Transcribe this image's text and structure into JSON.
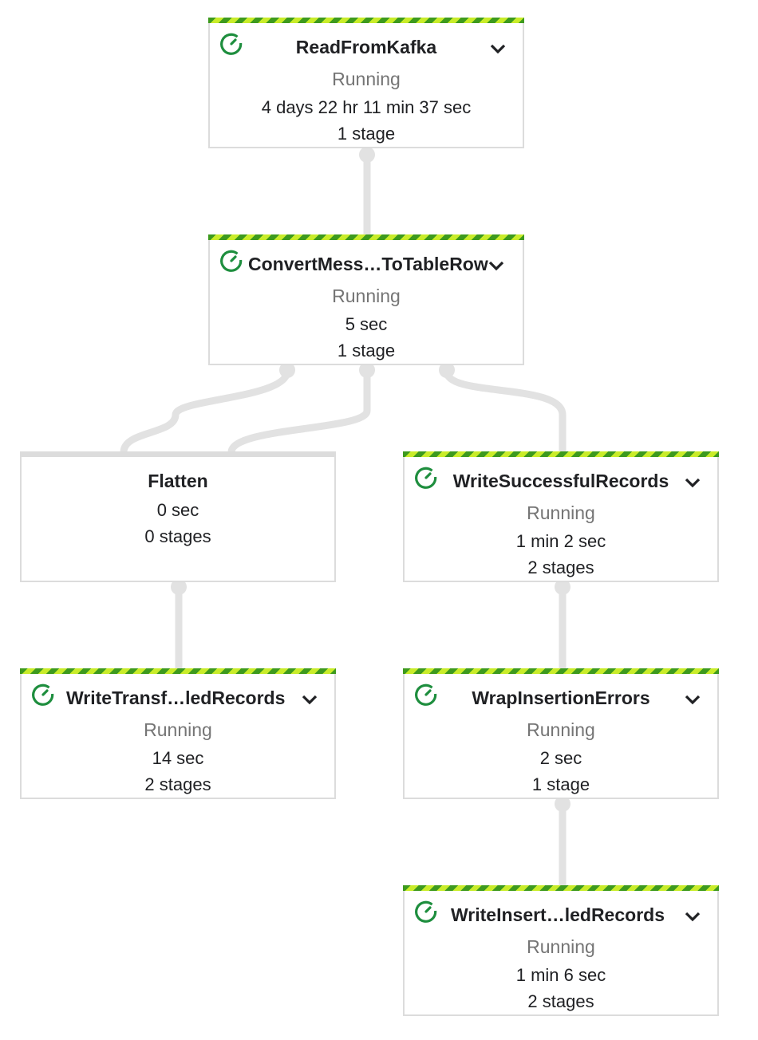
{
  "colors": {
    "stripe_dark": "#3d9a1e",
    "stripe_light": "#c9ec2a",
    "status_icon": "#1e8e3e",
    "edge": "#e2e2e2",
    "border": "#dcdcdc"
  },
  "nodes": {
    "read_from_kafka": {
      "title": "ReadFromKafka",
      "status": "Running",
      "duration": "4 days 22 hr 11 min 37 sec",
      "stages": "1 stage",
      "icon": "running-icon"
    },
    "convert": {
      "title": "ConvertMess…ToTableRow",
      "status": "Running",
      "duration": "5 sec",
      "stages": "1 stage",
      "icon": "running-icon"
    },
    "flatten": {
      "title": "Flatten",
      "duration": "0 sec",
      "stages": "0 stages"
    },
    "write_successful": {
      "title": "WriteSuccessfulRecords",
      "status": "Running",
      "duration": "1 min 2 sec",
      "stages": "2 stages",
      "icon": "running-icon"
    },
    "write_transf": {
      "title": "WriteTransf…ledRecords",
      "status": "Running",
      "duration": "14 sec",
      "stages": "2 stages",
      "icon": "running-icon"
    },
    "wrap_errors": {
      "title": "WrapInsertionErrors",
      "status": "Running",
      "duration": "2 sec",
      "stages": "1 stage",
      "icon": "running-icon"
    },
    "write_insert": {
      "title": "WriteInsert…ledRecords",
      "status": "Running",
      "duration": "1 min 6 sec",
      "stages": "2 stages",
      "icon": "running-icon"
    }
  },
  "edges": [
    {
      "from": "ReadFromKafka",
      "to": "ConvertMess…ToTableRow"
    },
    {
      "from": "ConvertMess…ToTableRow",
      "to": "Flatten"
    },
    {
      "from": "ConvertMess…ToTableRow",
      "to": "Flatten"
    },
    {
      "from": "ConvertMess…ToTableRow",
      "to": "WriteSuccessfulRecords"
    },
    {
      "from": "Flatten",
      "to": "WriteTransf…ledRecords"
    },
    {
      "from": "WriteSuccessfulRecords",
      "to": "WrapInsertionErrors"
    },
    {
      "from": "WrapInsertionErrors",
      "to": "WriteInsert…ledRecords"
    }
  ]
}
